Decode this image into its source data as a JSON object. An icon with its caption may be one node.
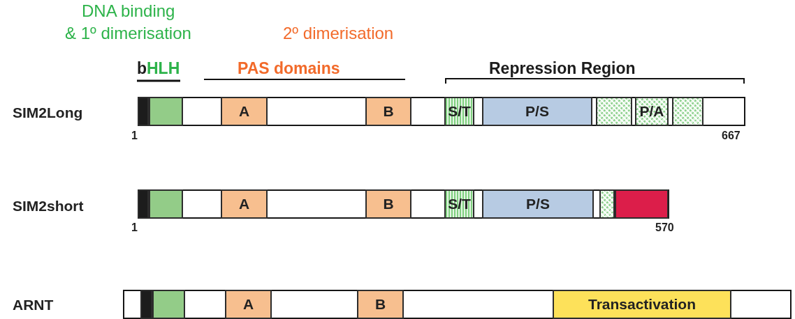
{
  "diagram": {
    "nodes": [
      {
        "text": [],
        "shape": "bar",
        "beside": [
          "SIM2Long",
          "1",
          "667"
        ]
      },
      {
        "text": [],
        "shape": "box",
        "in": 0
      },
      {
        "text": [],
        "shape": "box",
        "in": 0
      },
      {
        "text": [
          "A"
        ],
        "in": 0
      },
      {
        "text": [
          "B"
        ],
        "in": 0
      },
      {
        "text": [
          "S/T"
        ],
        "in": 0
      },
      {
        "text": [
          "P/S"
        ],
        "in": 0
      },
      {
        "text": [],
        "shape": "box",
        "in": 0
      },
      {
        "text": [
          "P/A"
        ],
        "in": 0
      },
      {
        "text": [],
        "shape": "box",
        "in": 0
      },
      {
        "text": [],
        "shape": "bar",
        "beside": [
          "SIM2short",
          "1",
          "570"
        ]
      },
      {
        "text": [],
        "shape": "box",
        "in": 10
      },
      {
        "text": [],
        "shape": "box",
        "in": 10
      },
      {
        "text": [
          "A"
        ],
        "in": 10
      },
      {
        "text": [
          "B"
        ],
        "in": 10
      },
      {
        "text": [
          "S/T"
        ],
        "in": 10
      },
      {
        "text": [
          "P/S"
        ],
        "in": 10
      },
      {
        "text": [],
        "shape": "box",
        "in": 10
      },
      {
        "text": [],
        "shape": "box",
        "in": 10
      },
      {
        "text": [],
        "shape": "bar"
      },
      {
        "text": [],
        "shape": "box",
        "in": 19
      },
      {
        "text": [],
        "shape": "box",
        "in": 19
      },
      {
        "text": [
          "A"
        ],
        "in": 19
      },
      {
        "text": [
          "B"
        ],
        "in": 19
      },
      {
        "text": [
          "Transactivation"
        ],
        "in": 19
      }
    ],
    "labels": [
      "ARNT",
      "DNA binding",
      "& 1º dimerisation",
      "2º dimerisation",
      "b",
      "HLH",
      "PAS domains",
      "Repression Region"
    ]
  }
}
